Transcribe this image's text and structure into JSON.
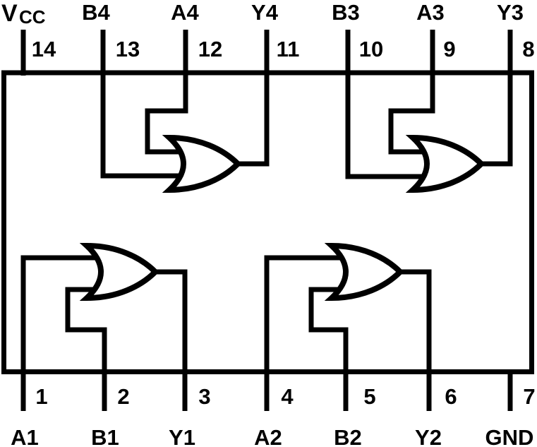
{
  "colors": {
    "line": "#000000",
    "background": "#ffffff"
  },
  "package": {
    "type_visible": "14-pin dual-in-line outline, top view"
  },
  "pins": {
    "top": [
      {
        "num": "14",
        "label": "VCC",
        "label_main": "V",
        "label_sub": "CC"
      },
      {
        "num": "13",
        "label": "B4"
      },
      {
        "num": "12",
        "label": "A4"
      },
      {
        "num": "11",
        "label": "Y4"
      },
      {
        "num": "10",
        "label": "B3"
      },
      {
        "num": "9",
        "label": "A3"
      },
      {
        "num": "8",
        "label": "Y3"
      }
    ],
    "bottom": [
      {
        "num": "1",
        "label": "A1"
      },
      {
        "num": "2",
        "label": "B1"
      },
      {
        "num": "3",
        "label": "Y1"
      },
      {
        "num": "4",
        "label": "A2"
      },
      {
        "num": "5",
        "label": "B2"
      },
      {
        "num": "6",
        "label": "Y2"
      },
      {
        "num": "7",
        "label": "GND"
      }
    ]
  },
  "gates": [
    {
      "id": "gate-1",
      "inputs": [
        "A1 (pin 1)",
        "B1 (pin 2)"
      ],
      "output": "Y1 (pin 3)"
    },
    {
      "id": "gate-2",
      "inputs": [
        "A2 (pin 4)",
        "B2 (pin 5)"
      ],
      "output": "Y2 (pin 6)"
    },
    {
      "id": "gate-3",
      "inputs": [
        "B3 (pin 10)",
        "A3 (pin 9)"
      ],
      "output": "Y3 (pin 8)"
    },
    {
      "id": "gate-4",
      "inputs": [
        "B4 (pin 13)",
        "A4 (pin 12)"
      ],
      "output": "Y4 (pin 11)"
    }
  ]
}
